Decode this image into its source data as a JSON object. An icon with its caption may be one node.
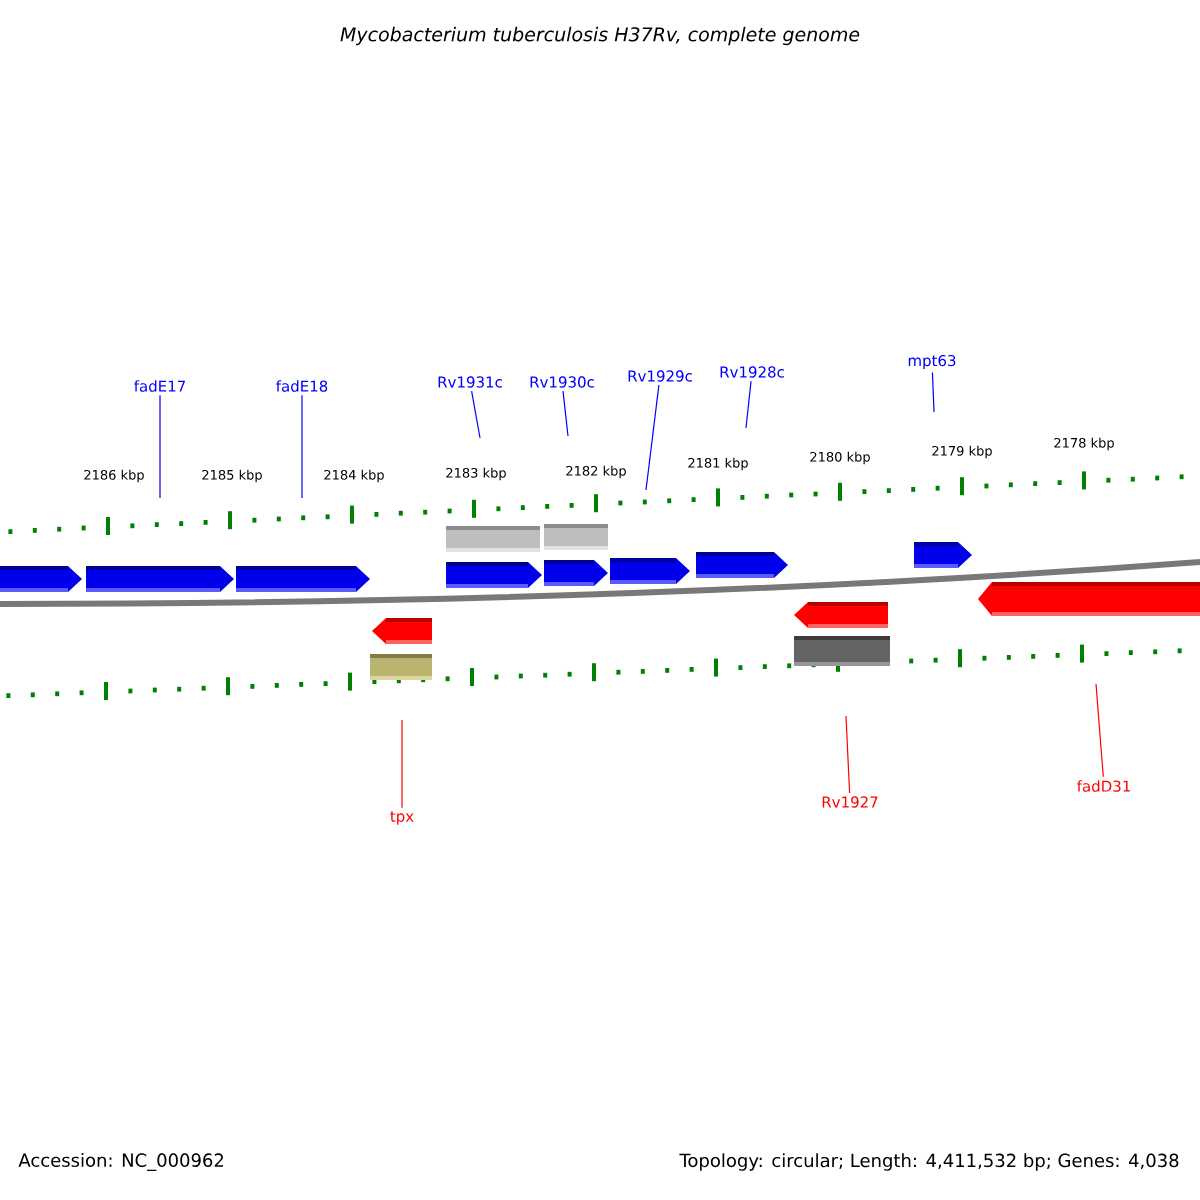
{
  "diagram": {
    "title": "Mycobacterium tuberculosis H37Rv, complete genome",
    "nodes": [
      {
        "text": [
          "fadE17"
        ]
      },
      {
        "text": [
          "fadE18"
        ]
      },
      {
        "text": [
          "Rv1931c"
        ]
      },
      {
        "text": [
          "Rv1930c"
        ]
      },
      {
        "text": [
          "Rv1929c"
        ]
      },
      {
        "text": [
          "Rv1928c"
        ]
      },
      {
        "text": [
          "mpt63"
        ]
      },
      {
        "text": [
          "tpx"
        ]
      },
      {
        "text": [
          "Rv1927"
        ]
      },
      {
        "text": [
          "fadD31"
        ]
      }
    ],
    "edges": [
      {
        "from": 0,
        "to": null,
        "arrow": "none"
      },
      {
        "from": 1,
        "to": null,
        "arrow": "none"
      },
      {
        "from": 2,
        "to": null,
        "arrow": "none"
      },
      {
        "from": 3,
        "to": null,
        "arrow": "none"
      },
      {
        "from": 4,
        "to": null,
        "arrow": "none"
      },
      {
        "from": 5,
        "to": null,
        "arrow": "none"
      },
      {
        "from": 6,
        "to": null,
        "arrow": "none"
      },
      {
        "from": 7,
        "to": null,
        "arrow": "none",
        "color": "#ff0000"
      },
      {
        "from": 8,
        "to": null,
        "arrow": "none",
        "color": "#ff0000"
      },
      {
        "from": 9,
        "to": null,
        "arrow": "none",
        "color": "#ff0000"
      }
    ],
    "labels": [
      "2186 kbp",
      "2185 kbp",
      "2184 kbp",
      "2183 kbp",
      "2182 kbp",
      "2181 kbp",
      "2180 kbp",
      "2179 kbp",
      "2178 kbp",
      "Accession: NC_000962",
      "Topology: circular; Length: 4,411,532 bp; Genes: 4,038"
    ]
  }
}
